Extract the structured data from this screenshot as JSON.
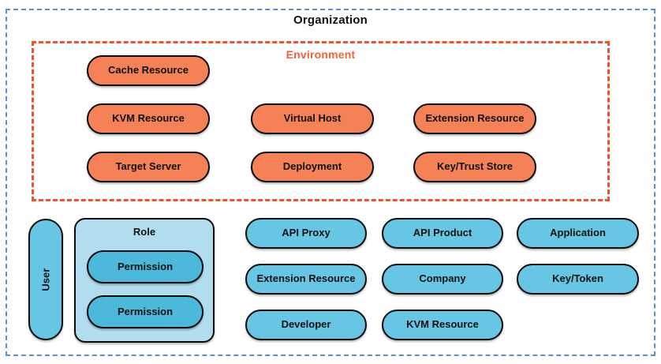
{
  "diagram": {
    "title": "Organization",
    "environment_title": "Environment",
    "colors": {
      "org_border": "#5b8fd0",
      "env_border": "#f2512a",
      "env_title": "#f4603a",
      "orange_node": "#f58256",
      "blue_node": "#67c6e3",
      "blue_node_dark": "#4cb8da",
      "role_panel": "#b2ddef",
      "node_outline": "#0d0d0d",
      "text": "#111111",
      "background": "#ffffff"
    }
  },
  "environment": {
    "label": "Environment",
    "nodes": [
      {
        "id": "cache-resource",
        "label": "Cache Resource",
        "row": 1,
        "col": 1
      },
      {
        "id": "kvm-resource",
        "label": "KVM Resource",
        "row": 2,
        "col": 1
      },
      {
        "id": "virtual-host",
        "label": "Virtual Host",
        "row": 2,
        "col": 2
      },
      {
        "id": "extension-resource",
        "label": "Extension Resource",
        "row": 2,
        "col": 3
      },
      {
        "id": "target-server",
        "label": "Target Server",
        "row": 3,
        "col": 1
      },
      {
        "id": "deployment",
        "label": "Deployment",
        "row": 3,
        "col": 2
      },
      {
        "id": "key-trust-store",
        "label": "Key/Trust Store",
        "row": 3,
        "col": 3
      }
    ]
  },
  "organization": {
    "label": "Organization",
    "user": {
      "id": "user",
      "label": "User"
    },
    "role": {
      "id": "role",
      "label": "Role",
      "permissions": [
        {
          "id": "permission-1",
          "label": "Permission"
        },
        {
          "id": "permission-2",
          "label": "Permission"
        }
      ]
    },
    "nodes": [
      {
        "id": "api-proxy",
        "label": "API Proxy",
        "row": 1,
        "col": 1
      },
      {
        "id": "api-product",
        "label": "API Product",
        "row": 1,
        "col": 2
      },
      {
        "id": "application",
        "label": "Application",
        "row": 1,
        "col": 3
      },
      {
        "id": "org-extension-resource",
        "label": "Extension Resource",
        "row": 2,
        "col": 1
      },
      {
        "id": "company",
        "label": "Company",
        "row": 2,
        "col": 2
      },
      {
        "id": "key-token",
        "label": "Key/Token",
        "row": 2,
        "col": 3
      },
      {
        "id": "developer",
        "label": "Developer",
        "row": 3,
        "col": 1
      },
      {
        "id": "org-kvm-resource",
        "label": "KVM Resource",
        "row": 3,
        "col": 2
      }
    ]
  }
}
